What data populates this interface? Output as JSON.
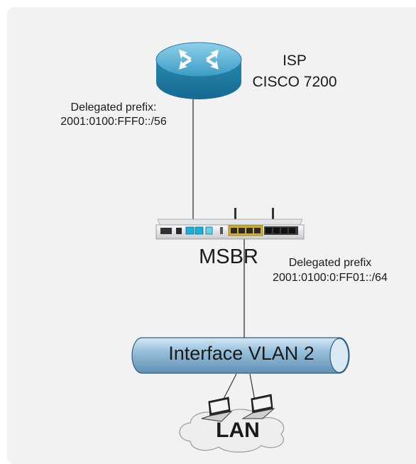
{
  "isp": {
    "name": "ISP",
    "model": "CISCO 7200",
    "icon": "router-icon"
  },
  "uplink": {
    "prefix_label": "Delegated prefix:",
    "prefix_value": "2001:0100:FFF0::/56"
  },
  "msbr": {
    "name": "MSBR",
    "icon": "msbr-device-icon"
  },
  "downlink": {
    "prefix_label": "Delegated prefix",
    "prefix_value": "2001:0100:0:FF01::/64"
  },
  "vlan": {
    "name": "Interface VLAN 2"
  },
  "lan": {
    "name": "LAN",
    "icons": [
      "laptop-icon",
      "laptop-icon",
      "cloud-icon"
    ]
  },
  "colors": {
    "panel_bg": "#f2f2f2",
    "router_blue": "#2a8fb8",
    "vlan_pipe": "#8ab6d6",
    "cloud": "#eeeeee",
    "port_yellow": "#d6b21e",
    "port_cyan": "#1ab0d8"
  }
}
